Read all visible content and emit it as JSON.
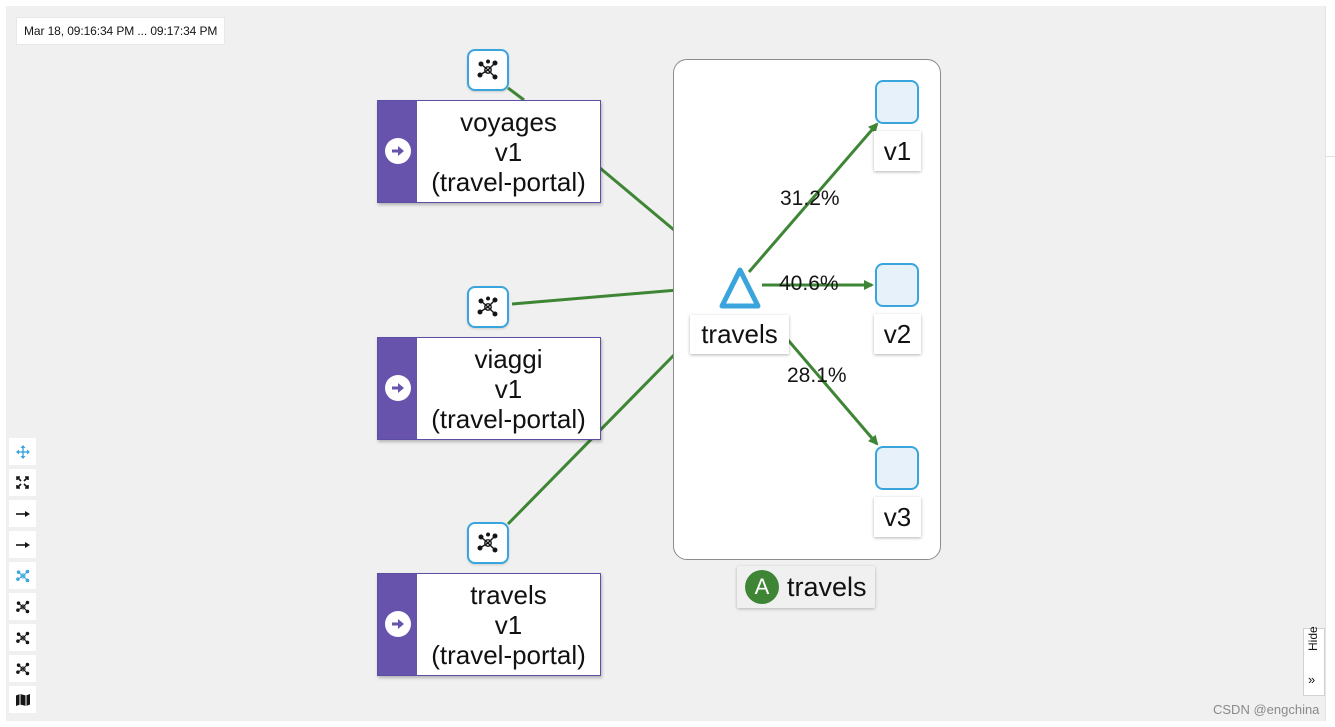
{
  "time_range": "Mar 18, 09:16:34 PM ... 09:17:34 PM",
  "workloads": [
    {
      "name": "voyages",
      "version": "v1",
      "namespace": "(travel-portal)"
    },
    {
      "name": "viaggi",
      "version": "v1",
      "namespace": "(travel-portal)"
    },
    {
      "name": "travels",
      "version": "v1",
      "namespace": "(travel-portal)"
    }
  ],
  "service": {
    "name": "travels"
  },
  "versions": [
    {
      "label": "v1",
      "traffic": "31.2%"
    },
    {
      "label": "v2",
      "traffic": "40.6%"
    },
    {
      "label": "v3",
      "traffic": "28.1%"
    }
  ],
  "app": {
    "badge": "A",
    "name": "travels"
  },
  "hide_label": "Hide",
  "hide_icon": "»",
  "watermark": "CSDN @engchina",
  "toolbar": [
    "move-icon",
    "fit-icon",
    "edge-layout-icon",
    "edge-layout-icon",
    "namespace-layout-icon",
    "layout-icon",
    "layout-icon",
    "layout-icon",
    "map-icon"
  ],
  "colors": {
    "edge": "#3e8635",
    "workload": "#6753ac",
    "accent": "#39a5dc"
  }
}
